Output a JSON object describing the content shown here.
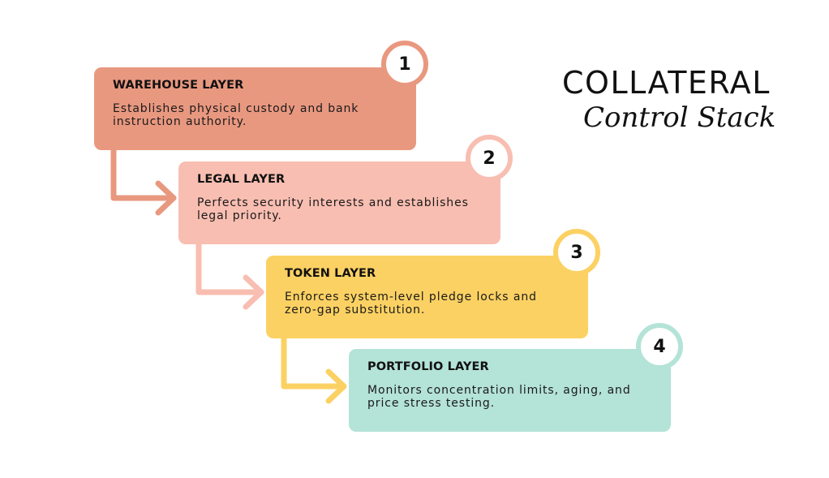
{
  "title": {
    "line1": "COLLATERAL",
    "line2": "Control Stack"
  },
  "layers": [
    {
      "number": "1",
      "title": "WAREHOUSE LAYER",
      "description": "Establishes physical custody and bank instruction authority.",
      "color": "#E99880"
    },
    {
      "number": "2",
      "title": "LEGAL LAYER",
      "description": "Perfects security interests and establishes legal priority.",
      "color": "#F8BEB1"
    },
    {
      "number": "3",
      "title": "TOKEN LAYER",
      "description": "Enforces system-level pledge locks and zero-gap substitution.",
      "color": "#FCD163"
    },
    {
      "number": "4",
      "title": "PORTFOLIO LAYER",
      "description": "Monitors concentration limits, aging, and price stress testing.",
      "color": "#B4E3D7"
    }
  ]
}
